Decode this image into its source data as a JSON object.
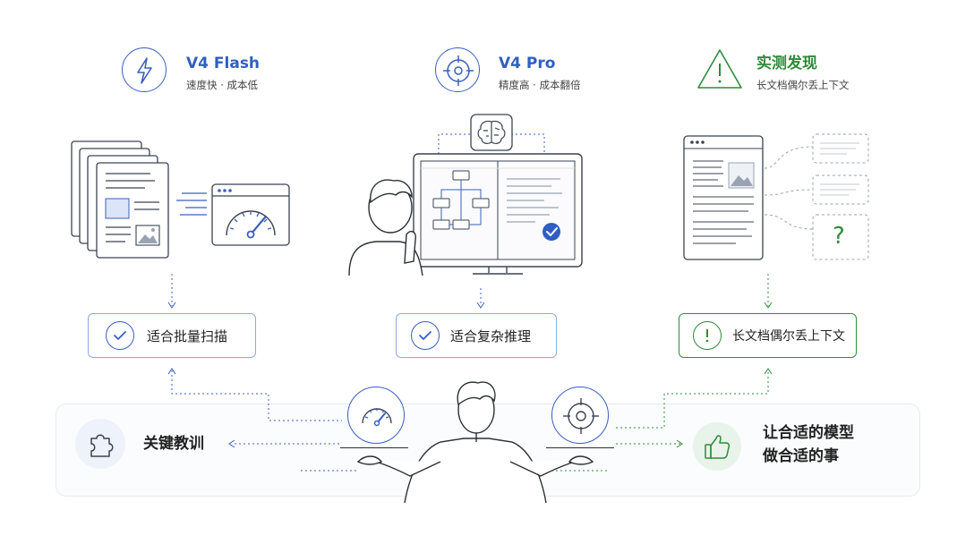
{
  "columns": [
    {
      "title": "V4 Flash",
      "subtitle": "速度快 · 成本低",
      "result": "适合批量扫描",
      "title_color": "#2f5fc4",
      "icon": "lightning-icon"
    },
    {
      "title": "V4 Pro",
      "subtitle": "精度高 · 成本翻倍",
      "result": "适合复杂推理",
      "title_color": "#2f5fc4",
      "icon": "target-icon"
    },
    {
      "title": "实测发现",
      "subtitle": "长文档偶尔丢上下文",
      "result": "长文档偶尔丢上下文",
      "title_color": "#2e8b3a",
      "icon": "warning-icon"
    }
  ],
  "bottom": {
    "lesson": "关键教训",
    "conclusion_line1": "让合适的模型",
    "conclusion_line2": "做合适的事"
  },
  "question_mark": "?",
  "colors": {
    "blue": "#3a5fbf",
    "green": "#2e8b3a",
    "ink": "#3b4351",
    "light_blue": "#dbe5f7"
  }
}
